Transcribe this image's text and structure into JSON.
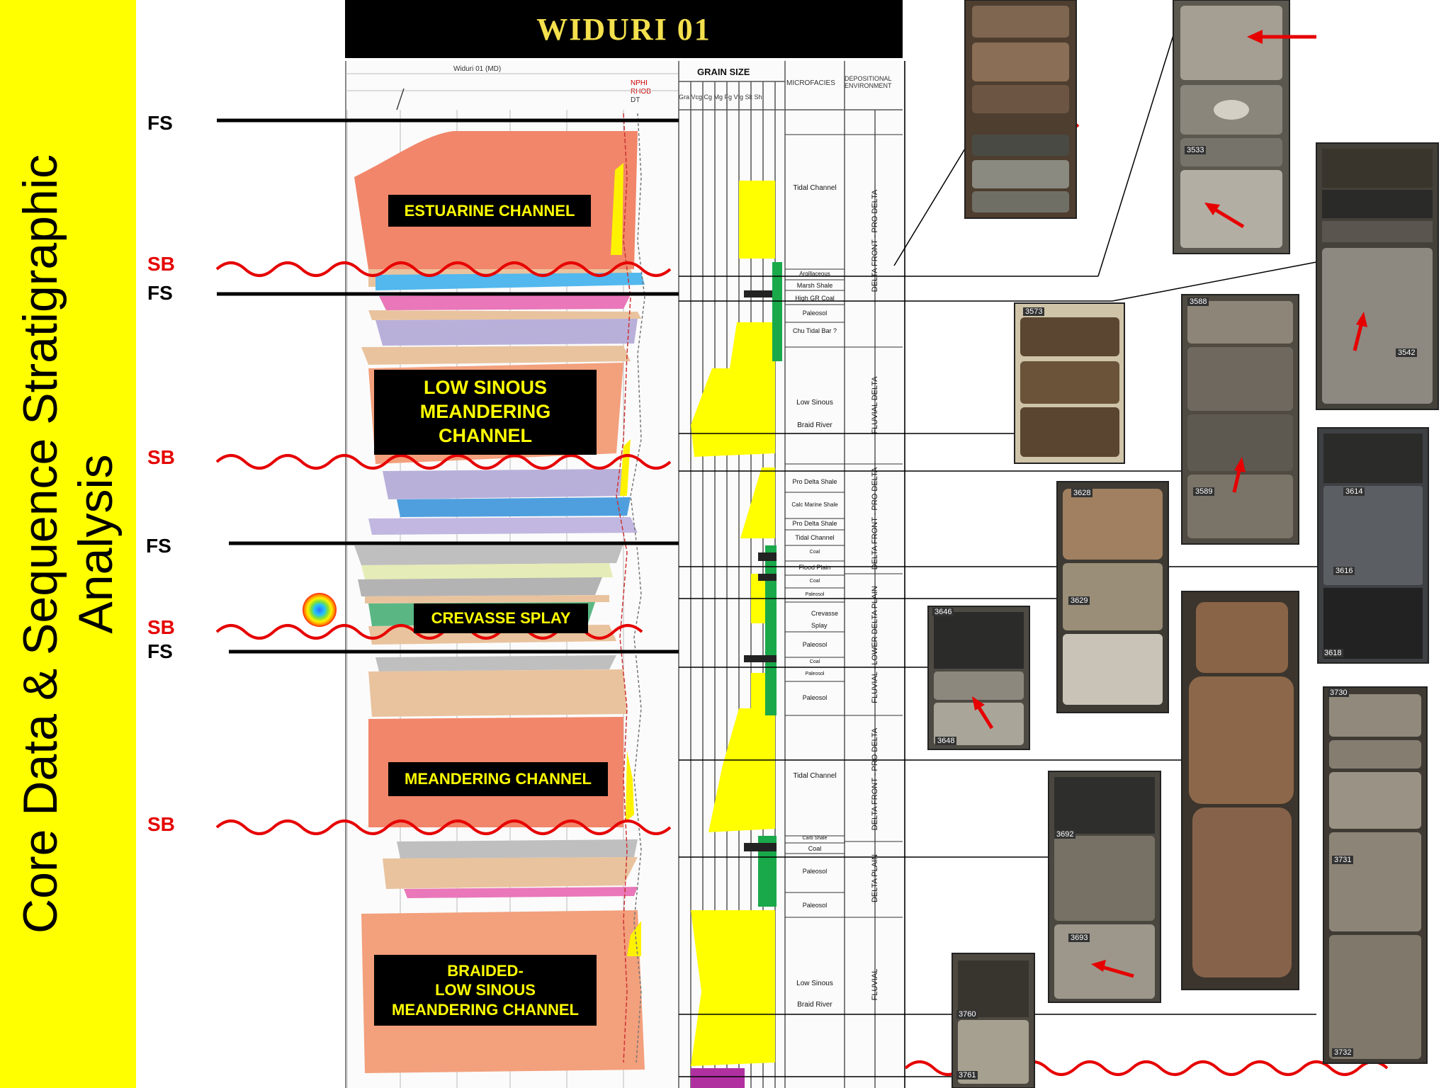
{
  "slide_title_line1": "Core Data & Sequence Stratigraphic",
  "slide_title_line2": "Analysis",
  "well_name": "WIDURI 01",
  "log_header": {
    "track_title": "Widuri 01 (MD)",
    "grain_size_title": "GRAIN SIZE",
    "grain_size_cols": "Gra Vcg Cg Mg Fg Vfg Slt Sh",
    "microfacies_title": "MICROFACIES",
    "environment_title": "DEPOSITIONAL ENVIRONMENT",
    "curve_nphi": "NPHI",
    "curve_rhob": "RHOB",
    "curve_dt": "DT"
  },
  "surface_tags": {
    "fs1": "FS",
    "sb1": "SB",
    "fs2": "FS",
    "sb2": "SB",
    "fs3": "FS",
    "sb3": "SB",
    "fs4": "FS",
    "sb4": "SB"
  },
  "facies_labels": {
    "estuarine": "ESTUARINE CHANNEL",
    "low_sinous_1": "LOW SINOUS",
    "low_sinous_2": "MEANDERING",
    "low_sinous_3": "CHANNEL",
    "crevasse": "CREVASSE SPLAY",
    "meandering": "MEANDERING CHANNEL",
    "braided_1": "BRAIDED-",
    "braided_2": "LOW SINOUS",
    "braided_3": "MEANDERING CHANNEL"
  },
  "microfacies": {
    "m1": "Tidal Channel",
    "m2": "Argillaceous",
    "m3": "Marsh Shale",
    "m4": "High GR Coal",
    "m5": "Paleosol",
    "m6": "Chu Tidal Bar ?",
    "m7": "Low Sinous",
    "m8": "Braid River",
    "m9": "Pro Delta Shale",
    "m10": "Calc Marine Shale",
    "m11": "Pro Delta Shale",
    "m12": "Tidal Channel",
    "m13": "Coal",
    "m14": "Flood Plain",
    "m15": "Coal",
    "m16": "Paleosol",
    "m17": "Crevasse Splay",
    "m18": "Paleosol",
    "m19": "Coal",
    "m20": "Paleosol",
    "m21": "Paleosol",
    "m22": "Tidal Channel",
    "m23": "Carb Shale",
    "m24": "Coal",
    "m25": "Paleosol",
    "m26": "Paleosol",
    "m27": "Low Sinous",
    "m28": "Braid River"
  },
  "environments": {
    "e1": "DELTA FRONT - PRO DELTA",
    "e2": "FLUVIAL DELTA",
    "e3": "DELTA FRONT - PRO DELTA",
    "e4": "FLUVIAL - LOWER DELTA PLAIN",
    "e5": "DELTA FRONT - PRO DELTA",
    "e6": "DELTA PLAIN",
    "e7": "FLUVIAL"
  },
  "core_depths": {
    "d1": "3533",
    "d2": "3542",
    "d3": "3573",
    "d4": "3588",
    "d5": "3589",
    "d6": "3628",
    "d7": "3629",
    "d8": "3614",
    "d9": "3616",
    "d10": "3618",
    "d11": "3646",
    "d12": "3648",
    "d13": "3692",
    "d14": "3693",
    "d15": "3730",
    "d16": "3731",
    "d17": "3732",
    "d18": "3760",
    "d19": "3761"
  }
}
